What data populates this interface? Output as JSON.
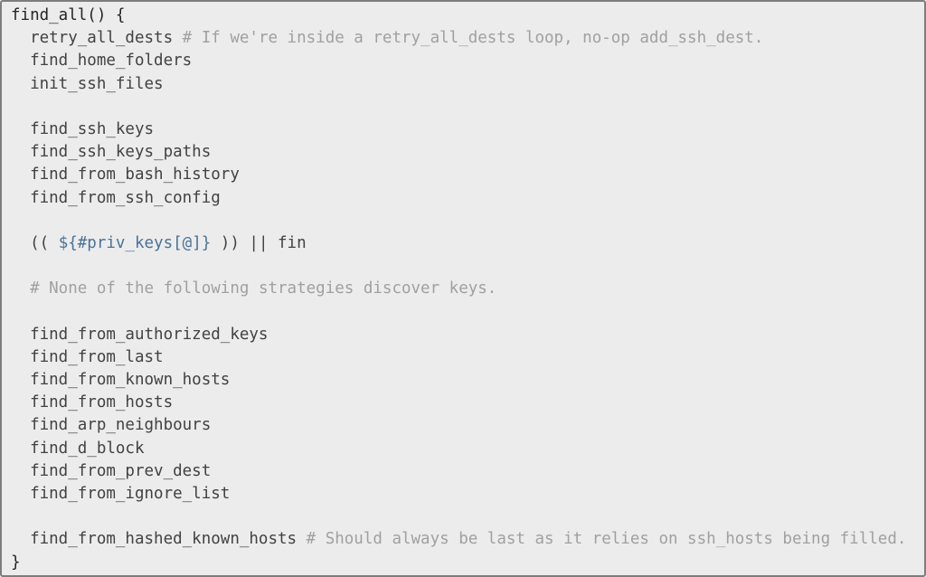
{
  "window": {
    "background_color": "#ececec",
    "border_color": "#7d7d7d"
  },
  "colors": {
    "code": "#424242",
    "signature": "#242424",
    "comment": "#a0a0a0",
    "variable": "#4a7296"
  },
  "code": {
    "language": "bash",
    "lines": [
      [
        {
          "t": "find_all() {",
          "c": "signature"
        }
      ],
      [
        {
          "t": "  retry_all_dests ",
          "c": "code"
        },
        {
          "t": "# If we're inside a retry_all_dests loop, no-op add_ssh_dest.",
          "c": "comment"
        }
      ],
      [
        {
          "t": "  find_home_folders",
          "c": "code"
        }
      ],
      [
        {
          "t": "  init_ssh_files",
          "c": "code"
        }
      ],
      [],
      [
        {
          "t": "  find_ssh_keys",
          "c": "code"
        }
      ],
      [
        {
          "t": "  find_ssh_keys_paths",
          "c": "code"
        }
      ],
      [
        {
          "t": "  find_from_bash_history",
          "c": "code"
        }
      ],
      [
        {
          "t": "  find_from_ssh_config",
          "c": "code"
        }
      ],
      [],
      [
        {
          "t": "  (( ",
          "c": "code"
        },
        {
          "t": "${#priv_keys[@]}",
          "c": "variable"
        },
        {
          "t": " )) || fin",
          "c": "code"
        }
      ],
      [],
      [
        {
          "t": "  ",
          "c": "code"
        },
        {
          "t": "# None of the following strategies discover keys.",
          "c": "comment"
        }
      ],
      [],
      [
        {
          "t": "  find_from_authorized_keys",
          "c": "code"
        }
      ],
      [
        {
          "t": "  find_from_last",
          "c": "code"
        }
      ],
      [
        {
          "t": "  find_from_known_hosts",
          "c": "code"
        }
      ],
      [
        {
          "t": "  find_from_hosts",
          "c": "code"
        }
      ],
      [
        {
          "t": "  find_arp_neighbours",
          "c": "code"
        }
      ],
      [
        {
          "t": "  find_d_block",
          "c": "code"
        }
      ],
      [
        {
          "t": "  find_from_prev_dest",
          "c": "code"
        }
      ],
      [
        {
          "t": "  find_from_ignore_list",
          "c": "code"
        }
      ],
      [],
      [
        {
          "t": "  find_from_hashed_known_hosts ",
          "c": "code"
        },
        {
          "t": "# Should always be last as it relies on ssh_hosts being filled.",
          "c": "comment"
        }
      ],
      [
        {
          "t": "}",
          "c": "signature"
        }
      ]
    ]
  }
}
